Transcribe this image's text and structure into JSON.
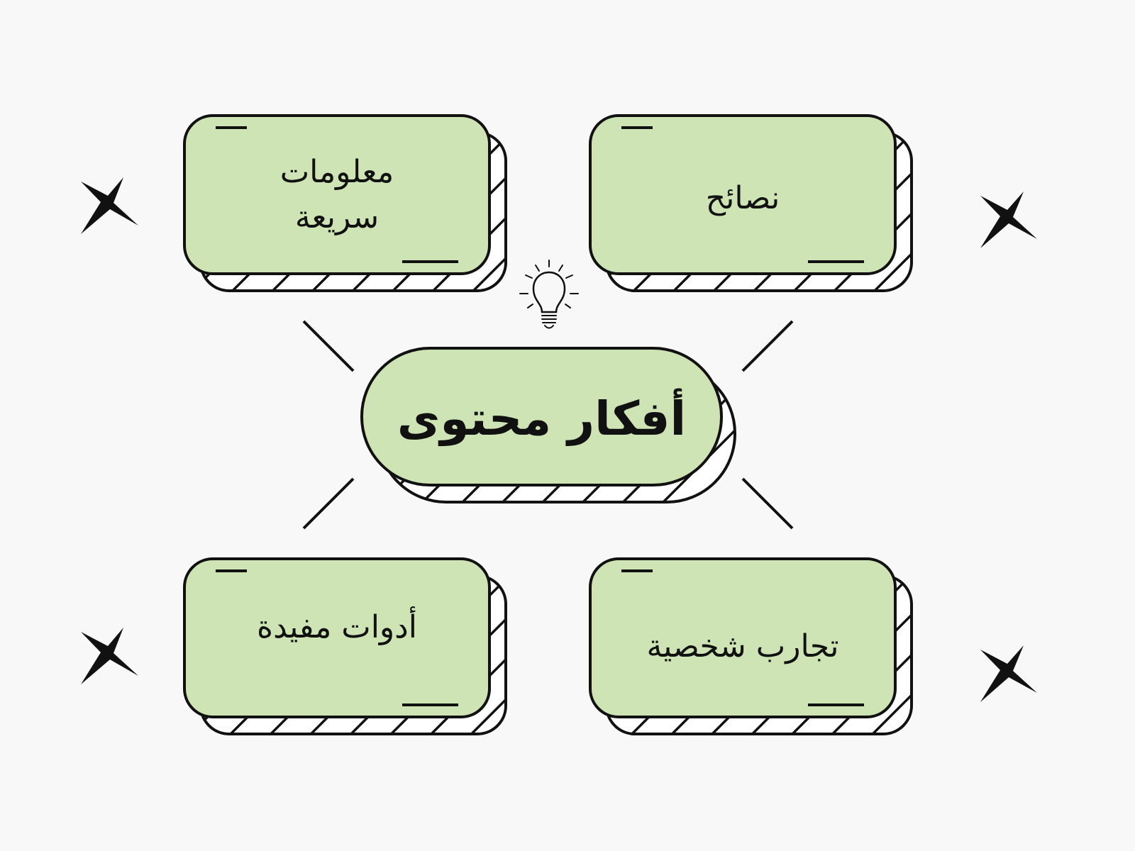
{
  "colors": {
    "background": "#f8f8f8",
    "card_fill": "#cfe4b4",
    "stroke": "#111111"
  },
  "center": {
    "title": "أفكار محتوى"
  },
  "cards": [
    {
      "id": "quick-info",
      "label": "معلومات\nسريعة"
    },
    {
      "id": "tips",
      "label": "نصائح"
    },
    {
      "id": "useful-tools",
      "label": "أدوات مفيدة"
    },
    {
      "id": "personal-experiences",
      "label": "تجارب شخصية"
    }
  ],
  "icons": [
    {
      "name": "lightbulb-icon"
    },
    {
      "name": "sparkle-star-icon",
      "count": 4
    }
  ]
}
